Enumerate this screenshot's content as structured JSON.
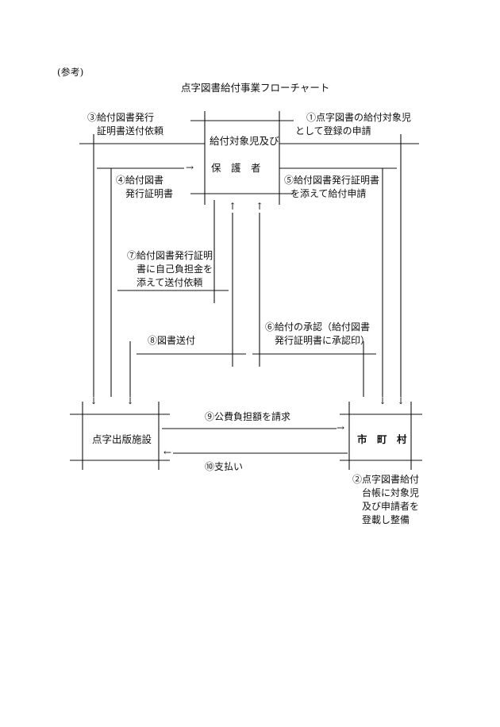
{
  "header": {
    "note": "(参考)",
    "title": "点字図書給付事業フローチャート"
  },
  "nodes": {
    "applicant": {
      "line1": "給付対象児及び",
      "line2": "保　護　者"
    },
    "publisher": {
      "label": "点字出版施設"
    },
    "municipality": {
      "label": "市　町　村"
    }
  },
  "steps": {
    "s1": [
      "①点字図書の給付対象児",
      "として登録の申請"
    ],
    "s2": [
      "②点字図書給付",
      "台帳に対象児",
      "及び申請者を",
      "登載し整備"
    ],
    "s3": [
      "③給付図書発行",
      "証明書送付依頼"
    ],
    "s4": [
      "④給付図書",
      "発行証明書"
    ],
    "s5": [
      "⑤給付図書発行証明書",
      "を添えて給付申請"
    ],
    "s6": [
      "⑥給付の承認（給付図書",
      "発行証明書に承認印）"
    ],
    "s7": [
      "⑦給付図書発行証明",
      "書に自己負担金を",
      "添えて送付依頼"
    ],
    "s8": [
      "⑧図書送付"
    ],
    "s9": [
      "⑨公費負担額を請求"
    ],
    "s10": [
      "⑩支払い"
    ]
  },
  "arrows": {
    "right": "→",
    "left": "←",
    "up": "↑",
    "down": "↓"
  }
}
